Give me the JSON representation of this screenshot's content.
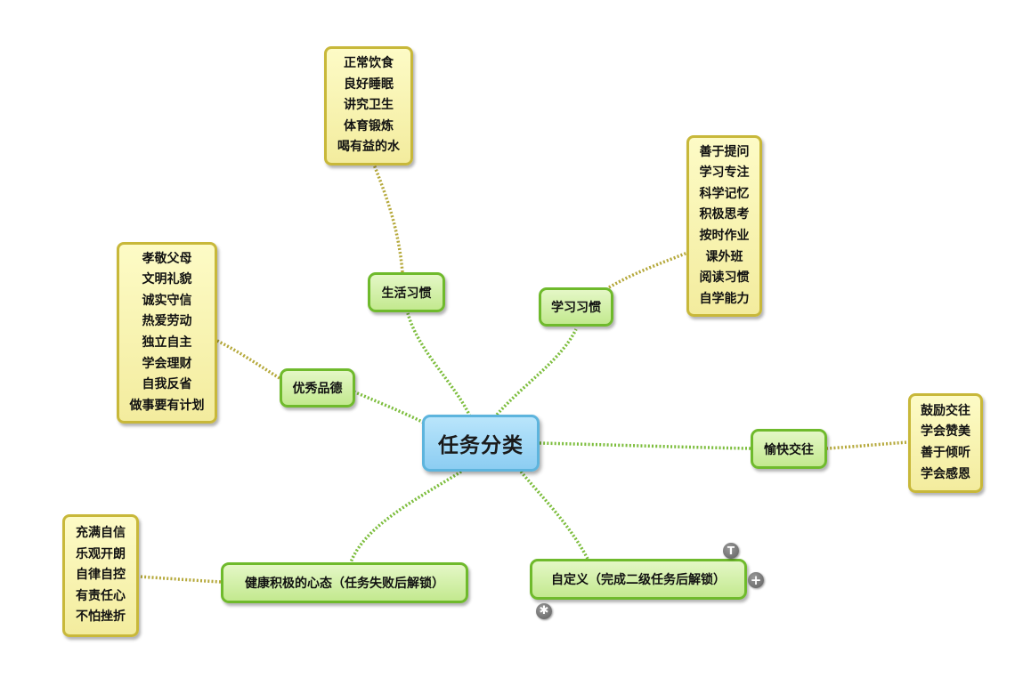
{
  "mindmap": {
    "root": {
      "label": "任务分类"
    },
    "branches": {
      "life": {
        "label": "生活习惯",
        "items": [
          "正常饮食",
          "良好睡眠",
          "讲究卫生",
          "体育锻炼",
          "喝有益的水"
        ]
      },
      "study": {
        "label": "学习习惯",
        "items": [
          "善于提问",
          "学习专注",
          "科学记忆",
          "积极思考",
          "按时作业",
          "课外班",
          "阅读习惯",
          "自学能力"
        ]
      },
      "virtue": {
        "label": "优秀品德",
        "items": [
          "孝敬父母",
          "文明礼貌",
          "诚实守信",
          "热爱劳动",
          "独立自主",
          "学会理财",
          "自我反省",
          "做事要有计划"
        ]
      },
      "social": {
        "label": "愉快交往",
        "items": [
          "鼓励交往",
          "学会赞美",
          "善于倾听",
          "学会感恩"
        ]
      },
      "mental": {
        "label": "健康积极的心态（任务失败后解锁）",
        "items": [
          "充满自信",
          "乐观开朗",
          "自律自控",
          "有责任心",
          "不怕挫折"
        ]
      },
      "custom": {
        "label": "自定义（完成二级任务后解锁）",
        "items": []
      }
    },
    "controls": {
      "top_icon": "T",
      "add_icon": "+",
      "star_icon": "✱"
    },
    "colors": {
      "root_fill": "#8ccdf2",
      "root_border": "#5db4dd",
      "branch_fill": "#c3e98f",
      "branch_border": "#6fba2c",
      "leaf_fill": "#f3ec9e",
      "leaf_border": "#c8b83a",
      "link_green": "#7cbd3c",
      "link_olive": "#b5a83a"
    }
  }
}
